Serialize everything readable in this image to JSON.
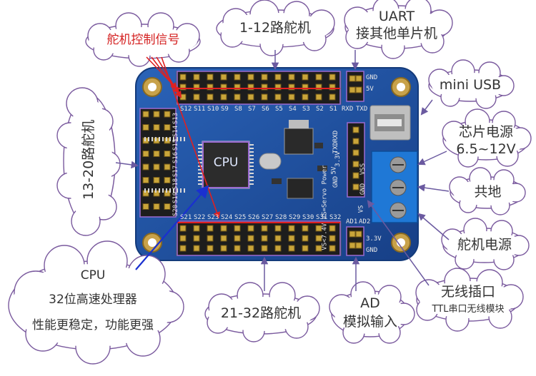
{
  "labels": {
    "servo_1_12": "1-12路舵机",
    "servo_signal": "舵机控制信号",
    "uart_line1": "UART",
    "uart_line2": "接其他单片机",
    "mini_usb": "mini USB",
    "chip_power_line1": "芯片电源",
    "chip_power_line2": "6.5~12V",
    "ground": "共地",
    "servo_power": "舵机电源",
    "wireless_line1": "无线插口",
    "wireless_line2": "TTL串口无线模块",
    "ad_line1": "AD",
    "ad_line2": "模拟输入",
    "servo_21_32": "21-32路舵机",
    "servo_13_20": "13-20路舵机",
    "cpu_line1": "CPU",
    "cpu_line2": "32位高速处理器",
    "cpu_line3": "性能更稳定，功能更强",
    "cpu_chip": "CPU"
  },
  "silkscreen": {
    "top_row": [
      "S12",
      "S11",
      "S10",
      "S9",
      "S8",
      "S7",
      "S6",
      "S5",
      "S4",
      "S3",
      "S2",
      "S1"
    ],
    "bottom_row": [
      "S21",
      "S22",
      "S23",
      "S24",
      "S25",
      "S26",
      "S27",
      "S28",
      "S29",
      "S30",
      "S31",
      "S32"
    ],
    "left_col": [
      "S20",
      "S19",
      "S18",
      "S17",
      "S16",
      "S15",
      "S14",
      "S13"
    ],
    "uart_pins": [
      "GND",
      "5V",
      "RXD",
      "TXD"
    ],
    "wireless_pins": [
      "GND",
      "5V",
      "3.3V",
      "TXD",
      "RXD"
    ],
    "ad_pins": [
      "AD1",
      "AD2",
      "3.3V",
      "GND"
    ],
    "power_pins": [
      "VSS",
      "GND",
      "VS"
    ],
    "board_text": "VS<7.4V VS=Servo Power"
  },
  "colors": {
    "pcb": "#1c4fa0",
    "pcb_edge": "#133a7a",
    "callout_stroke": "#7a5a9e",
    "arrow": "#6b5aa0",
    "signal_red": "#e02020",
    "cpu_arrow": "#1a30d0",
    "terminal": "#1f78d6"
  },
  "icons": {
    "callout": "cloud-callout",
    "arrow": "pointer-arrow"
  }
}
